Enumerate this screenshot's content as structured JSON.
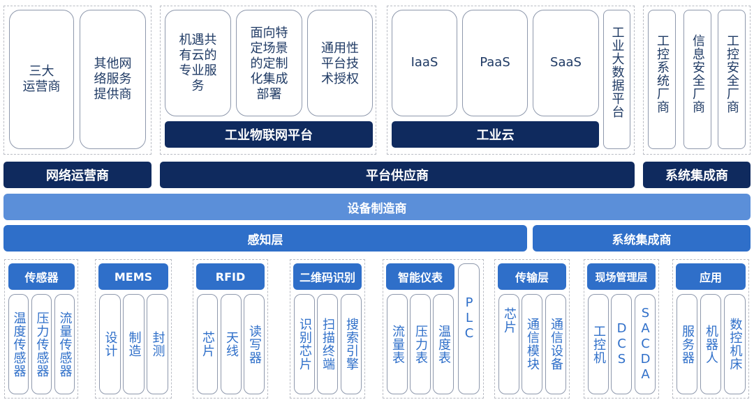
{
  "top": {
    "network": {
      "items": [
        "三大\n运营商",
        "其他网\n络服务\n提供商"
      ]
    },
    "iot": {
      "items": [
        "机遇共\n有云的\n专业服\n务",
        "面向特\n定场景\n的定制\n化集成\n部署",
        "通用性\n平台技\n术授权"
      ],
      "label": "工业物联网平台"
    },
    "cloud": {
      "items": [
        "IaaS",
        "PaaS",
        "SaaS"
      ],
      "label": "工业云",
      "bigdata": "工业大数据平台"
    },
    "security": {
      "items": [
        "工控系统厂商",
        "信息安全厂商",
        "工控安全厂商"
      ]
    }
  },
  "layers": {
    "network_operator": "网络运营商",
    "platform_supplier": "平台供应商",
    "system_integrator_top": "系统集成商",
    "device_maker": "设备制造商",
    "perception": "感知层",
    "system_integrator_mid": "系统集成商"
  },
  "bottom": [
    {
      "header": "传感器",
      "items": [
        "温度传感器",
        "压力传感器",
        "流量传感器"
      ]
    },
    {
      "header": "MEMS",
      "items": [
        "设计",
        "制造",
        "封测"
      ]
    },
    {
      "header": "RFID",
      "items": [
        "芯片",
        "天线",
        "读写器"
      ]
    },
    {
      "header": "二维码识别",
      "items": [
        "识别芯片",
        "扫描终端",
        "搜索引擎"
      ]
    },
    {
      "header": "智能仪表",
      "items": [
        "流量表",
        "压力表",
        "温度表"
      ],
      "extra": "PLC"
    },
    {
      "header": "传输层",
      "items": [
        "芯片",
        "通信模块",
        "通信设备"
      ]
    },
    {
      "header": "现场管理层",
      "items": [
        "工控机",
        "DCS",
        "SACDA"
      ]
    },
    {
      "header": "应用",
      "items": [
        "服务器",
        "机器人",
        "数控机床"
      ]
    }
  ]
}
